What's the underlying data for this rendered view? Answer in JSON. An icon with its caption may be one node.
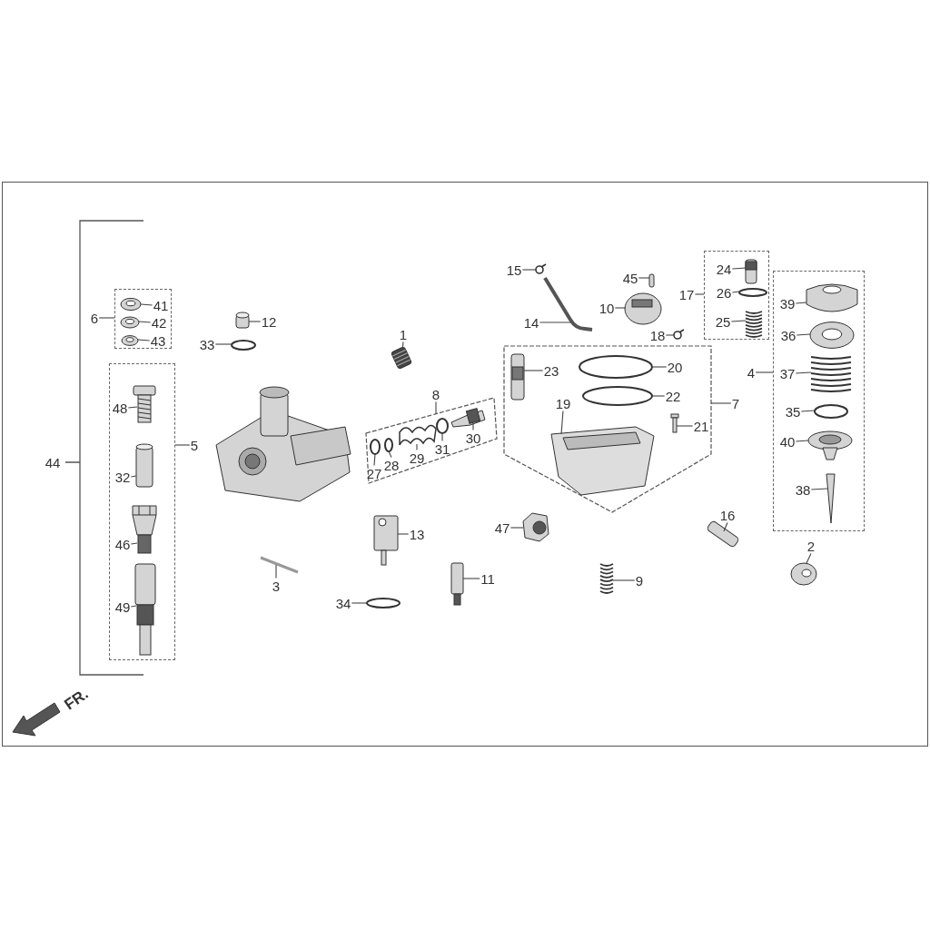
{
  "diagram": {
    "nodes": [
      {
        "text": [],
        "shape": "box"
      },
      {
        "text": [
          "41"
        ],
        "in": 0
      },
      {
        "text": [
          "42"
        ],
        "in": 0
      },
      {
        "text": [
          "43"
        ],
        "in": 0
      },
      {
        "text": [
          "6"
        ]
      },
      {
        "text": [],
        "shape": "box"
      },
      {
        "text": [
          "48"
        ],
        "in": 5
      },
      {
        "text": [
          "32"
        ],
        "in": 5
      },
      {
        "text": [
          "46"
        ],
        "in": 5
      },
      {
        "text": [
          "49"
        ],
        "in": 5
      },
      {
        "text": [
          "5"
        ]
      },
      {
        "text": [],
        "shape": "box"
      },
      {
        "text": [
          "27"
        ],
        "in": 11
      },
      {
        "text": [
          "28"
        ],
        "in": 11
      },
      {
        "text": [
          "29"
        ],
        "in": 11
      },
      {
        "text": [
          "31"
        ],
        "in": 11
      },
      {
        "text": [
          "30"
        ],
        "in": 11
      },
      {
        "text": [
          "8"
        ]
      },
      {
        "text": [],
        "shape": "box"
      },
      {
        "text": [
          "23"
        ],
        "in": 18
      },
      {
        "text": [
          "20"
        ],
        "in": 18
      },
      {
        "text": [
          "22"
        ],
        "in": 18
      },
      {
        "text": [
          "19"
        ],
        "in": 18
      },
      {
        "text": [
          "21"
        ],
        "in": 18
      },
      {
        "text": [
          "7"
        ]
      },
      {
        "text": [],
        "shape": "box"
      },
      {
        "text": [
          "24"
        ],
        "in": 25
      },
      {
        "text": [
          "26"
        ],
        "in": 25
      },
      {
        "text": [
          "25"
        ],
        "in": 25
      },
      {
        "text": [
          "17"
        ]
      },
      {
        "text": [],
        "shape": "box"
      },
      {
        "text": [
          "39"
        ],
        "in": 30
      },
      {
        "text": [
          "36"
        ],
        "in": 30
      },
      {
        "text": [
          "37"
        ],
        "in": 30
      },
      {
        "text": [
          "35"
        ],
        "in": 30
      },
      {
        "text": [
          "40"
        ],
        "in": 30
      },
      {
        "text": [
          "38"
        ],
        "in": 30
      },
      {
        "text": [
          "4"
        ]
      },
      {
        "text": [
          "12"
        ]
      },
      {
        "text": [
          "33"
        ]
      },
      {
        "text": [
          "1"
        ]
      },
      {
        "text": [
          "15"
        ]
      },
      {
        "text": [
          "14"
        ]
      },
      {
        "text": [
          "45"
        ]
      },
      {
        "text": [
          "10"
        ]
      },
      {
        "text": [
          "18"
        ]
      },
      {
        "text": [
          "13"
        ]
      },
      {
        "text": [
          "3"
        ]
      },
      {
        "text": [
          "47"
        ]
      },
      {
        "text": [
          "16"
        ]
      },
      {
        "text": [
          "2"
        ]
      },
      {
        "text": [
          "11"
        ]
      },
      {
        "text": [
          "34"
        ]
      },
      {
        "text": [
          "9"
        ]
      },
      {
        "text": [],
        "shape": "picture",
        "in": 0
      },
      {
        "text": [],
        "shape": "picture",
        "in": 0
      },
      {
        "text": [],
        "shape": "picture",
        "in": 0
      },
      {
        "text": [],
        "shape": "picture",
        "in": 5
      },
      {
        "text": [],
        "shape": "cylinder",
        "in": 5
      },
      {
        "text": [],
        "shape": "picture",
        "in": 5
      },
      {
        "text": [],
        "shape": "picture",
        "in": 5
      },
      {
        "text": [],
        "shape": "circle",
        "in": 11
      },
      {
        "text": [],
        "shape": "circle",
        "in": 11
      },
      {
        "text": [],
        "shape": "picture",
        "in": 11
      },
      {
        "text": [],
        "shape": "circle",
        "in": 11
      },
      {
        "text": [],
        "shape": "picture",
        "in": 11
      },
      {
        "text": [],
        "shape": "picture",
        "in": 18
      },
      {
        "text": [],
        "shape": "circle",
        "in": 18
      },
      {
        "text": [],
        "shape": "circle",
        "in": 18
      },
      {
        "text": [],
        "shape": "picture",
        "in": 18
      },
      {
        "text": [],
        "shape": "picture",
        "in": 18
      },
      {
        "text": [],
        "shape": "picture",
        "in": 25
      },
      {
        "text": [],
        "shape": "circle",
        "in": 25
      },
      {
        "text": [],
        "shape": "picture",
        "in": 25
      },
      {
        "text": [],
        "shape": "picture",
        "in": 30
      },
      {
        "text": [],
        "shape": "picture",
        "in": 30
      },
      {
        "text": [],
        "shape": "picture",
        "in": 30
      },
      {
        "text": [],
        "shape": "circle",
        "in": 30
      },
      {
        "text": [],
        "shape": "picture",
        "in": 30
      },
      {
        "text": [],
        "shape": "picture",
        "in": 30
      },
      {
        "text": [],
        "shape": "cylinder"
      },
      {
        "text": [],
        "shape": "circle"
      },
      {
        "text": [],
        "shape": "picture"
      },
      {
        "text": [],
        "shape": "circle"
      },
      {
        "text": [],
        "shape": "picture"
      },
      {
        "text": [],
        "shape": "bar"
      },
      {
        "text": [],
        "shape": "picture"
      },
      {
        "text": [],
        "shape": "circle"
      },
      {
        "text": [],
        "shape": "picture"
      },
      {
        "text": [],
        "shape": "bar"
      },
      {
        "text": [],
        "shape": "picture"
      },
      {
        "text": [],
        "shape": "picture"
      },
      {
        "text": [],
        "shape": "picture"
      },
      {
        "text": [],
        "shape": "picture"
      },
      {
        "text": [],
        "shape": "circle"
      },
      {
        "text": [],
        "shape": "picture"
      }
    ],
    "edges": [
      {
        "from": 1,
        "to": 54,
        "arrow": "none"
      },
      {
        "from": 2,
        "to": 55,
        "arrow": "none"
      },
      {
        "from": 3,
        "to": 56,
        "arrow": "none"
      },
      {
        "from": 4,
        "to": 0,
        "arrow": "none"
      },
      {
        "from": 6,
        "to": 57,
        "arrow": "none"
      },
      {
        "from": 7,
        "to": 58,
        "arrow": "none"
      },
      {
        "from": 8,
        "to": 59,
        "arrow": "none"
      },
      {
        "from": 9,
        "to": 60,
        "arrow": "none"
      },
      {
        "from": 10,
        "to": 5,
        "arrow": "none"
      },
      {
        "from": 12,
        "to": 61,
        "arrow": "none"
      },
      {
        "from": 13,
        "to": 62,
        "arrow": "none"
      },
      {
        "from": 14,
        "to": 63,
        "arrow": "none"
      },
      {
        "from": 15,
        "to": 64,
        "arrow": "none"
      },
      {
        "from": 16,
        "to": 65,
        "arrow": "none"
      },
      {
        "from": 17,
        "to": 11,
        "arrow": "none"
      },
      {
        "from": 19,
        "to": 66,
        "arrow": "none"
      },
      {
        "from": 20,
        "to": 67,
        "arrow": "none"
      },
      {
        "from": 21,
        "to": 68,
        "arrow": "none"
      },
      {
        "from": 22,
        "to": 69,
        "arrow": "none"
      },
      {
        "from": 23,
        "to": 70,
        "arrow": "none"
      },
      {
        "from": 24,
        "to": 18,
        "arrow": "none"
      },
      {
        "from": 26,
        "to": 71,
        "arrow": "none"
      },
      {
        "from": 27,
        "to": 72,
        "arrow": "none"
      },
      {
        "from": 28,
        "to": 73,
        "arrow": "none"
      },
      {
        "from": 29,
        "to": 25,
        "arrow": "none"
      },
      {
        "from": 31,
        "to": 74,
        "arrow": "none"
      },
      {
        "from": 32,
        "to": 75,
        "arrow": "none"
      },
      {
        "from": 33,
        "to": 76,
        "arrow": "none"
      },
      {
        "from": 34,
        "to": 77,
        "arrow": "none"
      },
      {
        "from": 35,
        "to": 78,
        "arrow": "none"
      },
      {
        "from": 36,
        "to": 79,
        "arrow": "none"
      },
      {
        "from": 37,
        "to": 30,
        "arrow": "none"
      },
      {
        "from": 38,
        "to": 80,
        "arrow": "none"
      },
      {
        "from": 39,
        "to": 81,
        "arrow": "none"
      },
      {
        "from": 40,
        "to": 82,
        "arrow": "none"
      },
      {
        "from": 41,
        "to": 83,
        "arrow": "none"
      },
      {
        "from": 42,
        "to": 84,
        "arrow": "none"
      },
      {
        "from": 43,
        "to": 85,
        "arrow": "none"
      },
      {
        "from": 44,
        "to": 86,
        "arrow": "none"
      },
      {
        "from": 45,
        "to": 87,
        "arrow": "none"
      },
      {
        "from": 46,
        "to": 88,
        "arrow": "none"
      },
      {
        "from": 47,
        "to": 89,
        "arrow": "none"
      },
      {
        "from": 48,
        "to": 90,
        "arrow": "none"
      },
      {
        "from": 49,
        "to": 91,
        "arrow": "none"
      },
      {
        "from": 50,
        "to": 92,
        "arrow": "none"
      },
      {
        "from": 51,
        "to": 93,
        "arrow": "none"
      },
      {
        "from": 52,
        "to": 94,
        "arrow": "none"
      },
      {
        "from": 53,
        "to": 95,
        "arrow": "none"
      }
    ],
    "labels": [
      "44",
      "FR."
    ]
  }
}
